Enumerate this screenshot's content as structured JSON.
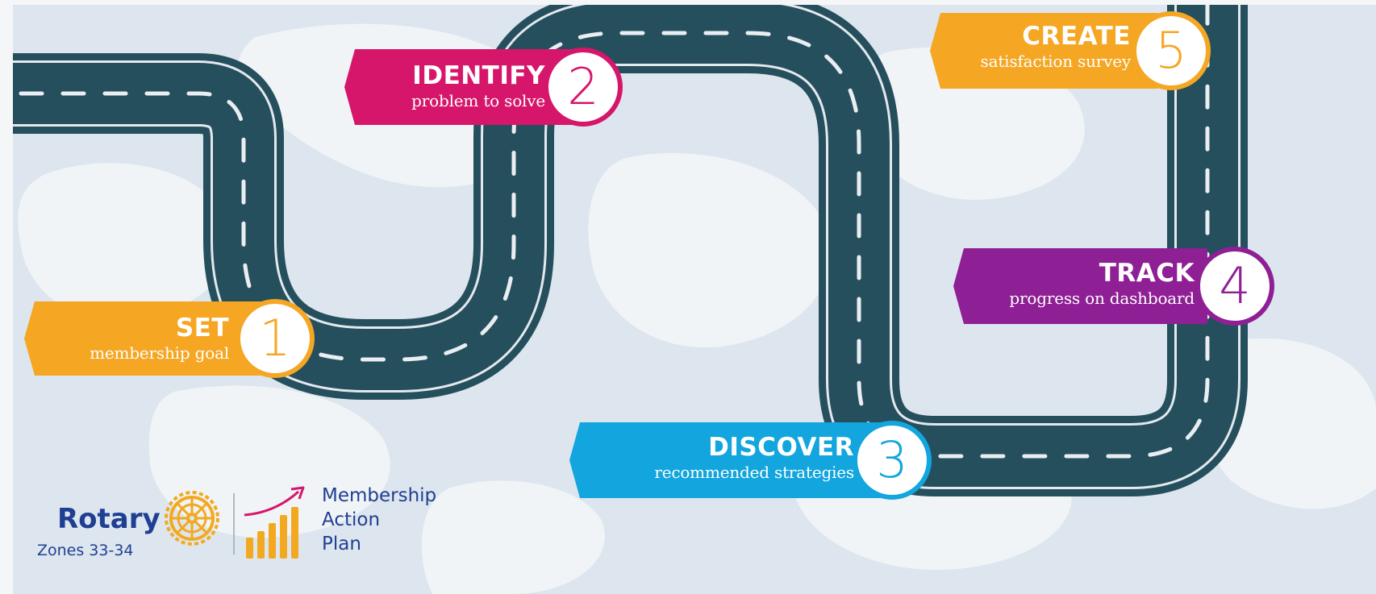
{
  "steps": [
    {
      "number": "1",
      "title": "SET",
      "subtitle": "membership goal",
      "color": "#f5a623"
    },
    {
      "number": "2",
      "title": "IDENTIFY",
      "subtitle": "problem to solve",
      "color": "#d6166b"
    },
    {
      "number": "3",
      "title": "DISCOVER",
      "subtitle": "recommended strategies",
      "color": "#12a5de"
    },
    {
      "number": "4",
      "title": "TRACK",
      "subtitle": "progress on dashboard",
      "color": "#8e1f95"
    },
    {
      "number": "5",
      "title": "CREATE",
      "subtitle": "satisfaction survey",
      "color": "#f5a623"
    }
  ],
  "branding": {
    "org_name": "Rotary",
    "zones": "Zones 33-34",
    "plan_line1": "Membership",
    "plan_line2": "Action",
    "plan_line3": "Plan"
  },
  "colors": {
    "road": "#264f5d",
    "road_stripe": "#e9eef2",
    "rotary_blue": "#1f3f93",
    "rotary_gold": "#f3a91f",
    "chart_arrow": "#d6166b"
  }
}
